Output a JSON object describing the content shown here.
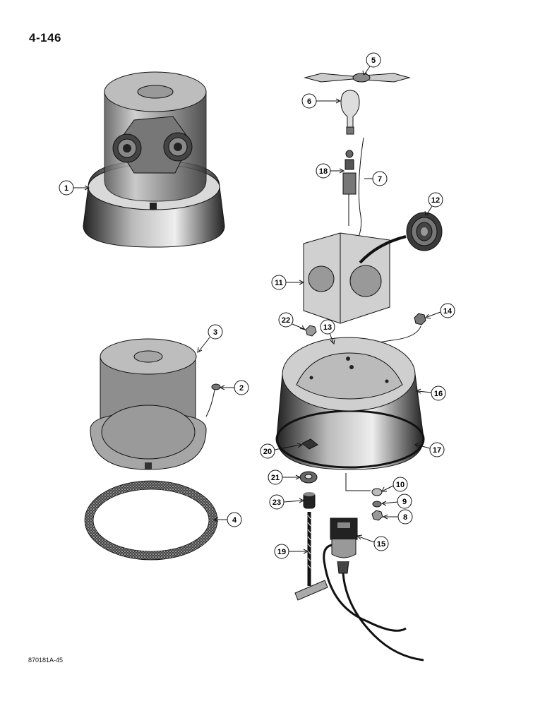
{
  "page": {
    "number": "4-146",
    "figure_code": "870181A-45"
  },
  "callouts": [
    "1",
    "2",
    "3",
    "4",
    "5",
    "6",
    "7",
    "8",
    "9",
    "10",
    "11",
    "12",
    "13",
    "14",
    "15",
    "16",
    "17",
    "18",
    "19",
    "20",
    "21",
    "22",
    "23"
  ]
}
